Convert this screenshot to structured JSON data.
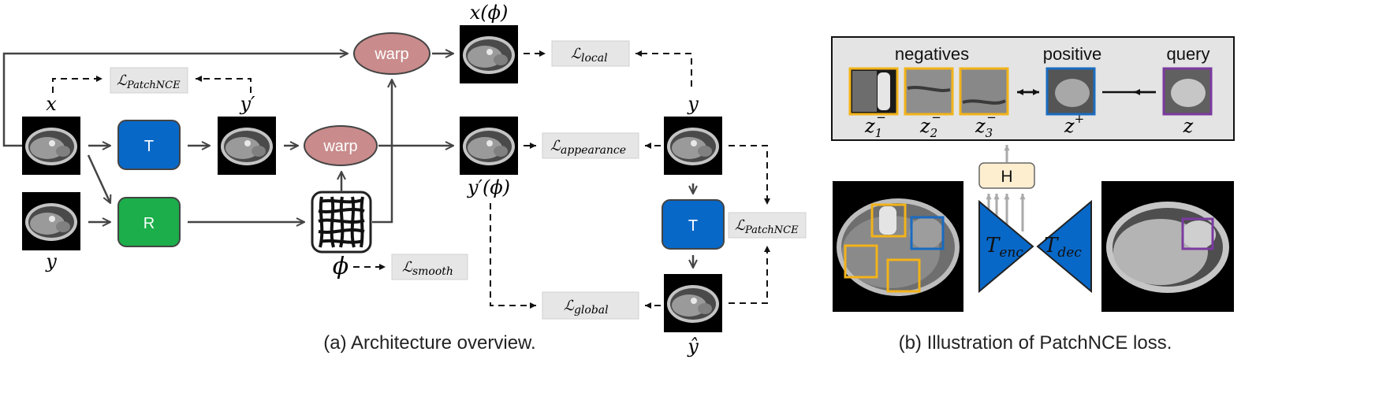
{
  "architecture": {
    "caption": "(a) Architecture overview.",
    "inputs": {
      "x": "x",
      "y": "y",
      "y_prime": "y′",
      "y_hat": "ŷ",
      "y_right": "y"
    },
    "images": {
      "x_phi": "x(ϕ)",
      "y_prime_phi": "y′(ϕ)"
    },
    "blocks": {
      "T": "T",
      "R": "R",
      "T2": "T"
    },
    "warps": {
      "warp1": "warp",
      "warp2": "warp"
    },
    "phi": "ϕ",
    "losses": {
      "patchnce_top": {
        "main": "ℒ",
        "sub": "PatchNCE"
      },
      "local": {
        "main": "ℒ",
        "sub": "local"
      },
      "appearance": {
        "main": "ℒ",
        "sub": "appearance"
      },
      "smooth": {
        "main": "ℒ",
        "sub": "smooth"
      },
      "patchnce_right": {
        "main": "ℒ",
        "sub": "PatchNCE"
      },
      "global": {
        "main": "ℒ",
        "sub": "global"
      }
    }
  },
  "patchnce": {
    "caption": "(b) Illustration of PatchNCE loss.",
    "headers": {
      "negatives": "negatives",
      "positive": "positive",
      "query": "query"
    },
    "patch_labels": {
      "z1": "z",
      "z1_sub": "1",
      "z1_sup": "−",
      "z2": "z",
      "z2_sub": "2",
      "z2_sup": "−",
      "z3": "z",
      "z3_sub": "3",
      "z3_sup": "−",
      "zpos": "z",
      "zpos_sup": "+",
      "z": "z"
    },
    "head": "H",
    "encoder": {
      "main": "T",
      "sub": "enc"
    },
    "decoder": {
      "main": "T",
      "sub": "dec"
    }
  },
  "colors": {
    "T_block": "#0868c8",
    "R_block": "#1bae4a",
    "warp": "#c98b8b",
    "loss_box": "#e6e6e6",
    "negatives_border": "#f2b31a",
    "positive_border": "#1a6bc0",
    "query_border": "#7b3aa0",
    "head_fill": "#fdeed0"
  }
}
